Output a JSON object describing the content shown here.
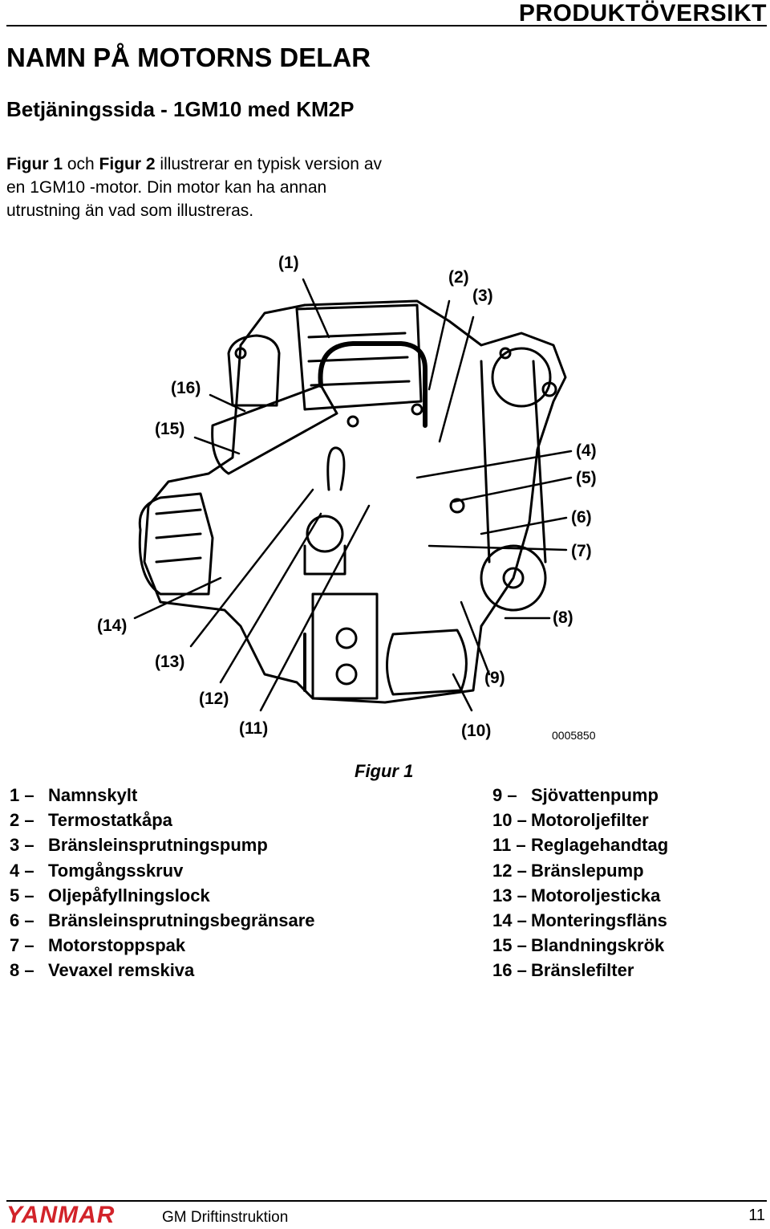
{
  "header": {
    "section": "PRODUKTÖVERSIKT"
  },
  "page_title": "NAMN PÅ MOTORNS DELAR",
  "section_title": "Betjäningssida - 1GM10 med KM2P",
  "intro": {
    "figure1_ref": "Figur 1",
    "and": " och ",
    "figure2_ref": "Figur 2",
    "rest": " illustrerar en typisk version av en 1GM10 -motor. Din motor kan ha annan utrustning än vad som illustreras."
  },
  "figure": {
    "code": "0005850",
    "caption": "Figur 1",
    "callouts": [
      "(1)",
      "(2)",
      "(3)",
      "(4)",
      "(5)",
      "(6)",
      "(7)",
      "(8)",
      "(9)",
      "(10)",
      "(11)",
      "(12)",
      "(13)",
      "(14)",
      "(15)",
      "(16)"
    ]
  },
  "parts_left": [
    {
      "num": "1 –",
      "name": "Namnskylt"
    },
    {
      "num": "2 –",
      "name": "Termostatkåpa"
    },
    {
      "num": "3 –",
      "name": "Bränsleinsprutningspump"
    },
    {
      "num": "4 –",
      "name": "Tomgångsskruv"
    },
    {
      "num": "5 –",
      "name": "Oljepåfyllningslock"
    },
    {
      "num": "6 –",
      "name": "Bränsleinsprutningsbegränsare"
    },
    {
      "num": "7 –",
      "name": "Motorstoppspak"
    },
    {
      "num": "8 –",
      "name": "Vevaxel remskiva"
    }
  ],
  "parts_right": [
    {
      "num": "9 –",
      "name": "Sjövattenpump"
    },
    {
      "num": "10 –",
      "name": "Motoroljefilter"
    },
    {
      "num": "11 –",
      "name": "Reglagehandtag"
    },
    {
      "num": "12 –",
      "name": "Bränslepump"
    },
    {
      "num": "13 –",
      "name": "Motoroljesticka"
    },
    {
      "num": "14 –",
      "name": "Monteringsfläns"
    },
    {
      "num": "15 –",
      "name": "Blandningskrök"
    },
    {
      "num": "16 –",
      "name": "Bränslefilter"
    }
  ],
  "footer": {
    "brand": "YANMAR",
    "doc_title": "GM Driftinstruktion",
    "page_number": "11",
    "brand_color": "#d2232a"
  }
}
